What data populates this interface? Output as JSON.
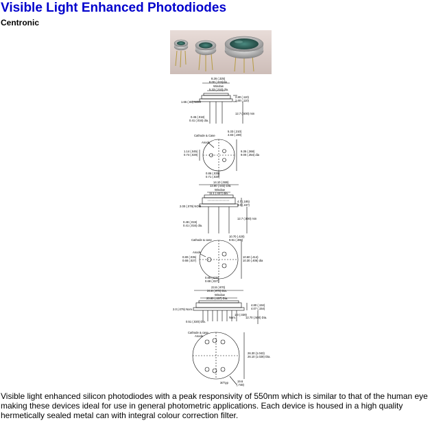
{
  "header": {
    "title": "Visible Light Enhanced Photodiodes",
    "subtitle": "Centronic"
  },
  "drawings": {
    "d1": {
      "dim_a": "8.26 (.325)",
      "dim_b": "8.00 (.315)dia",
      "window_label": "Window",
      "window_dia": "5.33 (.210) dia.",
      "h1": "2.80 (.110)",
      "h2": "2.60 (.110)",
      "nom": "1.65 (.65) NOM",
      "lead_len": "12.7 (.500) min",
      "lead_a": "0.45 (.018)",
      "lead_b": "0.41 (.016) dia."
    },
    "d2": {
      "cathode": "Cathode & Case",
      "dim_a": "5.33 (.210)",
      "dim_b": "4.83 (.190)",
      "anode": "Anode",
      "left_a": "1.14 (.045)",
      "left_b": "0.74 (.029)",
      "dia_a": "9.35 (.368)",
      "dia_b": "9.00 (.354) dia",
      "tab_a": "0.86 (.035)",
      "tab_b": "0.71 (.028)"
    },
    "d3": {
      "top_a": "14.10 (.555)",
      "top_b": "13.80 (.543) Dia.",
      "window_label": "Window",
      "window_dia": "11.1 (.437) dia.",
      "h1": "4.7 (.185)",
      "h2": "4.0 (.157)",
      "nom": "2.00 (.079) NOM",
      "lead_len": "12.7 (.500) min",
      "lead_a": "0.48 (.019)",
      "lead_b": "0.41 (.016) dia."
    },
    "d4": {
      "cathode": "Cathode & case",
      "dim_a": "10.70 (.420)",
      "dim_b": "9.91 (.390)",
      "anode": "Anode",
      "left_a": "0.80 (.035)",
      "left_b": "0.68 (.027)",
      "dia_a": "10.60 (.414)",
      "dia_b": "10.30 (.406) dia",
      "tab_a": "0.86 (.035)",
      "tab_b": "0.68 (.027)"
    },
    "d5": {
      "top_a": "23.8 (.970)",
      "top_b": "24.8 (.970) Dia.",
      "window_label": "Window",
      "window_dia": "20.80 (.157) Dia.",
      "h1": "4.80 (.194)",
      "h2": "4.07 (.154)",
      "nom": "2.0 (.079) Nom.",
      "nom2": "1.0 (.039)",
      "nom2b": "Nom.",
      "lead_len": "12.70 (.500) Dia.",
      "lead_a": "0.51 (.020) Dia."
    },
    "d6": {
      "cathode": "Cathode & case",
      "anode": "Anode",
      "dia_a": "26.30 (1.043)",
      "dia_b": "26.10 (1.028) Dia.",
      "pitch": "30°typ",
      "bottom_a": "19.6",
      "bottom_b": "(.748)"
    }
  },
  "description": "Visible light enhanced silicon photodiodes with a peak responsivity of 550nm which is similar to that of the human eye making these devices ideal for use in general photometric applications. Each device is housed in a high quality hermetically sealed metal can with integral colour correction filter."
}
